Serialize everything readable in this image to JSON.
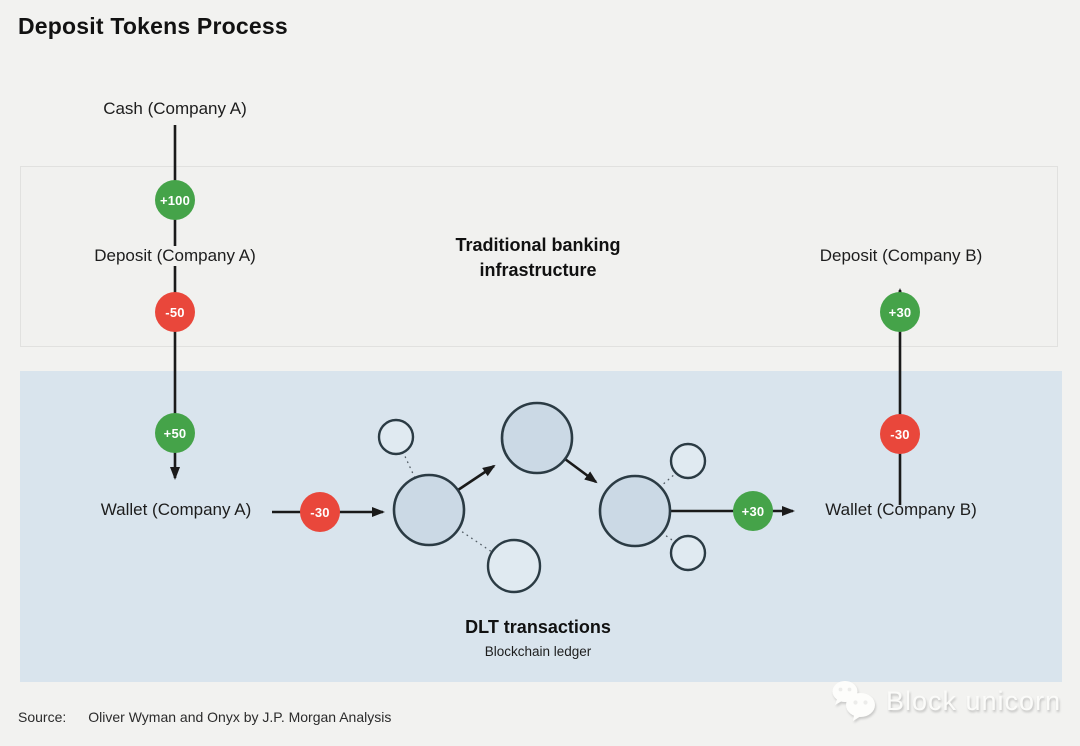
{
  "title": "Deposit Tokens Process",
  "bands": {
    "traditional": {
      "label_line1": "Traditional banking",
      "label_line2": "infrastructure"
    },
    "dlt": {
      "title": "DLT transactions",
      "subtitle": "Blockchain ledger"
    }
  },
  "nodes": {
    "cash_a": "Cash (Company A)",
    "deposit_a": "Deposit (Company A)",
    "wallet_a": "Wallet (Company A)",
    "wallet_b": "Wallet (Company B)",
    "deposit_b": "Deposit (Company B)"
  },
  "badges": {
    "cash_to_deposit_a": "+100",
    "deposit_a_out": "-50",
    "wallet_a_in": "+50",
    "wallet_a_to_dlt": "-30",
    "dlt_to_wallet_b": "+30",
    "wallet_b_out": "-30",
    "deposit_b_in": "+30"
  },
  "footer": {
    "source_label": "Source:",
    "source_text": "Oliver Wyman and Onyx by J.P. Morgan Analysis"
  },
  "watermark": {
    "text": "Block unicorn",
    "icon": "wechat-icon"
  },
  "colors": {
    "positive": "#45A349",
    "negative": "#E9473B",
    "band_blue": "#D9E4ED",
    "band_gray_fill": "#F1F1EF",
    "band_gray_border": "#E1E1DF",
    "node_fill": "#CBD9E5",
    "node_fill_small": "#E0EAF1",
    "stroke_dark": "#2B3B44",
    "line_color": "#1A1A1A",
    "page_bg": "#F2F2F0"
  }
}
